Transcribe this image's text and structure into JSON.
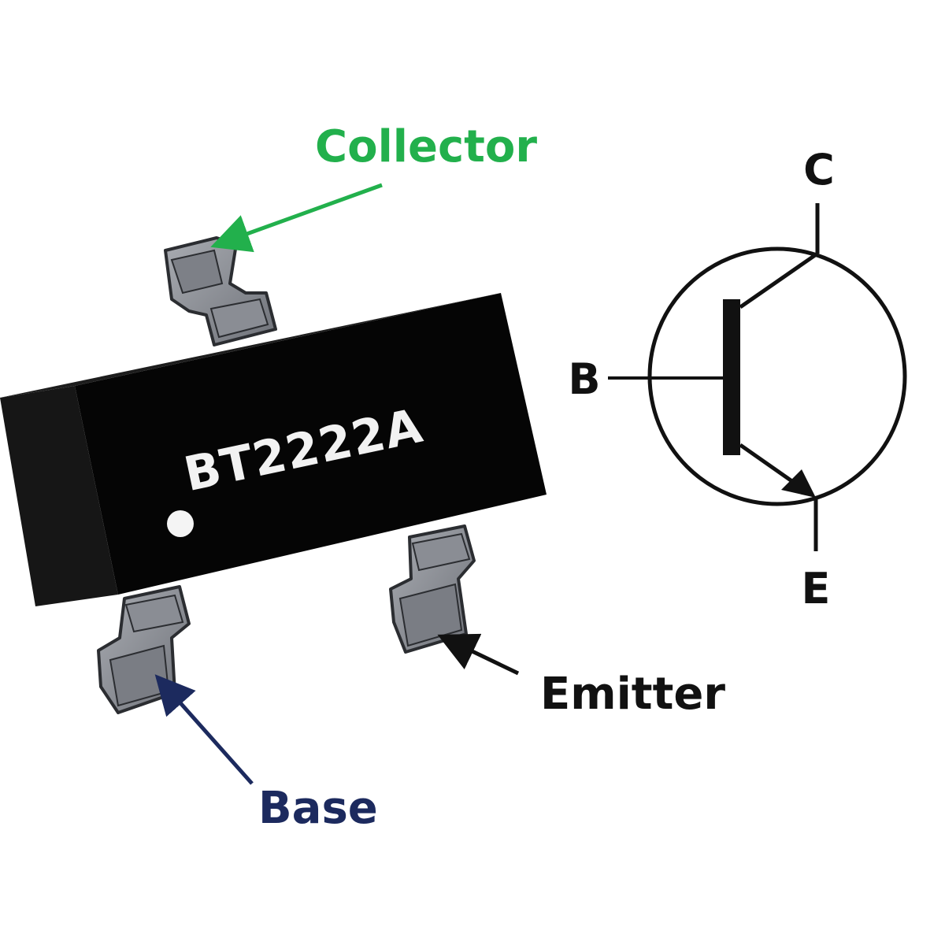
{
  "labels": {
    "collector": "Collector",
    "base": "Base",
    "emitter": "Emitter"
  },
  "chip": {
    "marking": "BT2222A"
  },
  "symbol": {
    "collector_letter": "C",
    "base_letter": "B",
    "emitter_letter": "E"
  },
  "colors": {
    "collector_label": "#22b04c",
    "base_label": "#1c2a5e",
    "emitter_label": "#111111",
    "chip_body": "#0a0a0a",
    "lead": "#8d9097"
  }
}
